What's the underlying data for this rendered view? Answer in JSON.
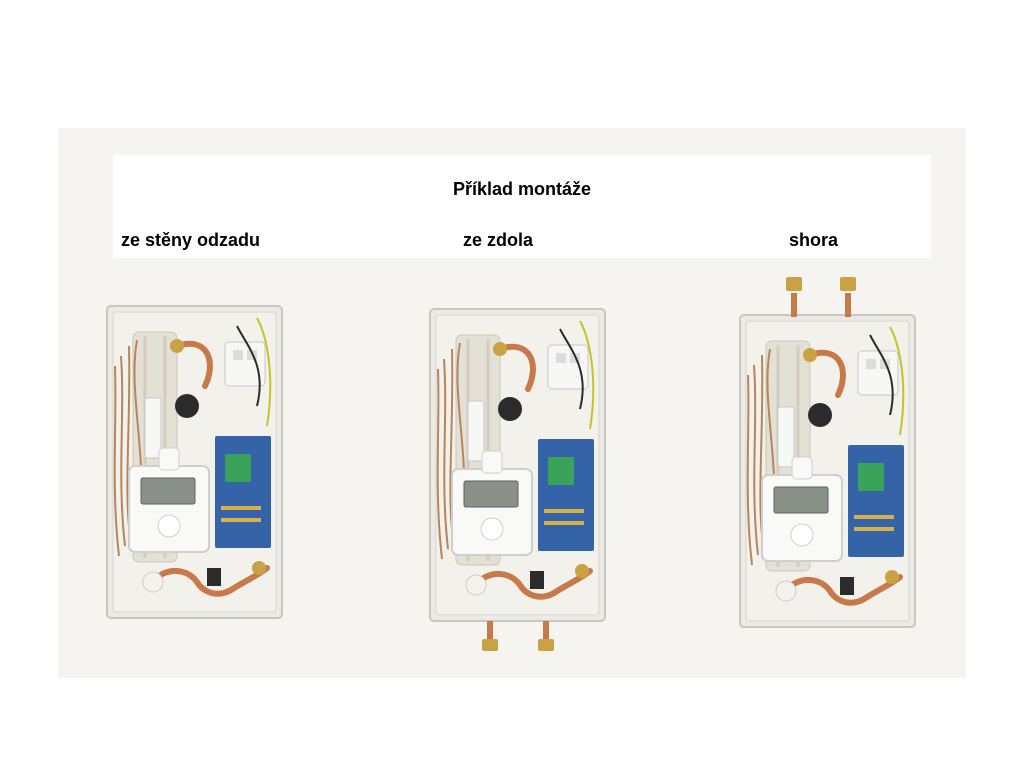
{
  "title": "Příklad montáže",
  "variants": [
    {
      "label": "ze stěny odzadu"
    },
    {
      "label": "ze zdola"
    },
    {
      "label": "shora"
    }
  ],
  "colors": {
    "housing": "#eceae6",
    "heating_block": "#e3e0d6",
    "copper": "#c8794a",
    "brass": "#c9a244",
    "pcb": "#3463a8",
    "relay_green": "#3aa35a",
    "display": "#8a9189"
  }
}
